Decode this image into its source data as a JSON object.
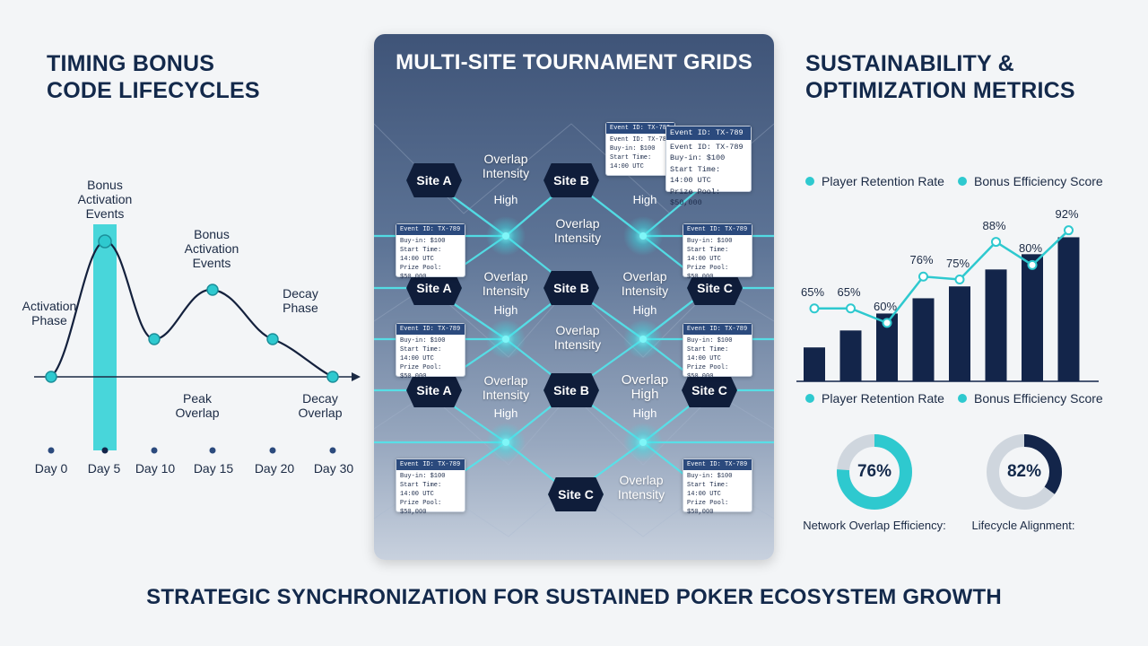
{
  "left": {
    "title": "TIMING BONUS\nCODE LIFECYCLES",
    "labels": {
      "bonus_events_1": "Bonus\nActivation\nEvents",
      "bonus_events_2": "Bonus\nActivation\nEvents",
      "activation_phase": "Activation\nPhase",
      "decay_phase": "Decay\nPhase",
      "peak_overlap": "Peak\nOverlap",
      "decay_overlap": "Decay\nOverlap"
    },
    "days": [
      "Day 0",
      "Day 5",
      "Day 10",
      "Day 15",
      "Day 20",
      "Day 30"
    ],
    "accent_color": "#2ec9cf"
  },
  "center": {
    "title": "MULTI-SITE TOURNAMENT GRIDS",
    "nodes": {
      "r1a": "Site A",
      "r1b": "Site B",
      "r2a": "Site A",
      "r2b": "Site B",
      "r2c": "Site C",
      "r3a": "Site A",
      "r3b": "Site B",
      "r3c": "Site C",
      "r4c": "Site C"
    },
    "overlap": {
      "o1": "Overlap\nIntensity",
      "o2": "Overlap\nIntensity",
      "o3": "Overlap\nIntensity",
      "o4": "Overlap\nIntensity",
      "o5": "Overlap\nIntensity",
      "o6": "Overlap\nIntensity",
      "o7": "Overlap\nHigh",
      "o8": "Overlap\nIntensity"
    },
    "high": "High",
    "card": {
      "head": "Event ID: TX-789",
      "line1": "Event ID: TX-789",
      "line2": "Buy-in:    $100",
      "line3": "Start Time: 14:00 UTC",
      "line4": "Prize Pool: $50,000"
    }
  },
  "right": {
    "title": "SUSTAINABILITY &\nOPTIMIZATION METRICS",
    "legend": {
      "retention": "Player Retention Rate",
      "efficiency": "Bonus Efficiency Score"
    },
    "percent_labels": [
      "65%",
      "65%",
      "60%",
      "76%",
      "75%",
      "88%",
      "80%",
      "92%"
    ],
    "bar_values": [
      40,
      60,
      80,
      98,
      112,
      132,
      150,
      170
    ],
    "line_values": [
      65,
      65,
      60,
      76,
      75,
      88,
      80,
      92
    ],
    "donuts": [
      {
        "value": "76%",
        "fraction": 0.76,
        "label": "Network Overlap Efficiency:"
      },
      {
        "value": "82%",
        "fraction": 0.35,
        "label": "Lifecycle Alignment:"
      }
    ],
    "bar_color": "#13254a",
    "line_color": "#2ec9cf"
  },
  "footer": {
    "title": "STRATEGIC SYNCHRONIZATION FOR SUSTAINED POKER ECOSYSTEM GROWTH"
  }
}
